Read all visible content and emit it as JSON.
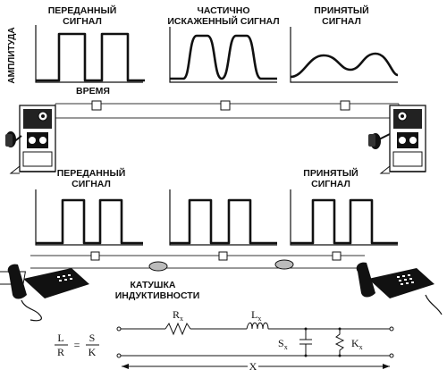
{
  "top": {
    "transmitted_label": [
      "ПЕРЕДАННЫЙ",
      "СИГНАЛ"
    ],
    "distorted_label": [
      "ЧАСТИЧНО",
      "ИСКАЖЕННЫЙ СИГНАЛ"
    ],
    "received_label": [
      "ПРИНЯТЫЙ",
      "СИГНАЛ"
    ],
    "y_axis_label": "АМПЛИТУДА",
    "x_axis_label": "ВРЕМЯ"
  },
  "bottom": {
    "transmitted_label": [
      "ПЕРЕДАННЫЙ",
      "СИГНАЛ"
    ],
    "received_label": [
      "ПРИНЯТЫЙ",
      "СИГНАЛ"
    ],
    "coil_label": [
      "КАТУШКА",
      "ИНДУКТИВНОСТИ"
    ]
  },
  "formula": {
    "left_num": "L",
    "left_den": "R",
    "eq": "=",
    "right_num": "S",
    "right_den": "K"
  },
  "circuit": {
    "r": "R",
    "r_sub": "x",
    "l": "L",
    "l_sub": "x",
    "s": "S",
    "s_sub": "x",
    "k": "K",
    "k_sub": "x",
    "length": "X"
  }
}
